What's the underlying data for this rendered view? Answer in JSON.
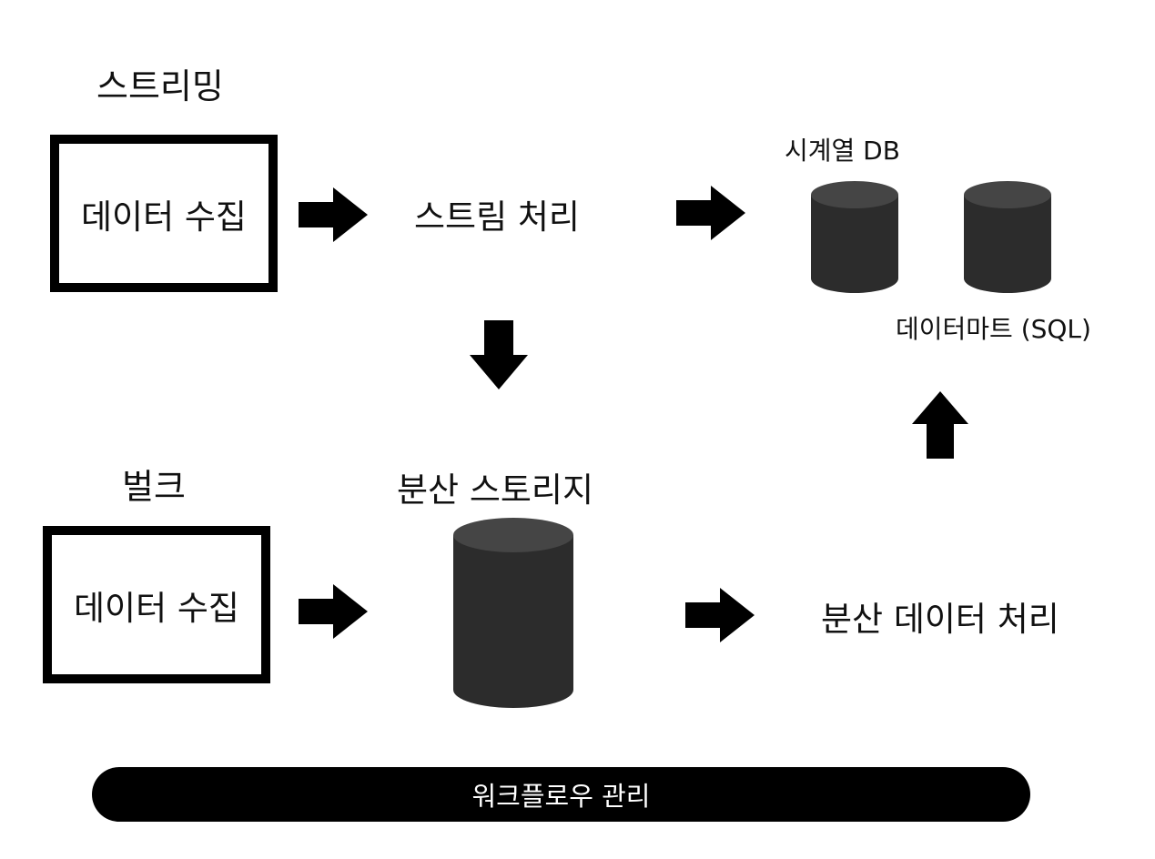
{
  "streaming": {
    "heading": "스트리밍",
    "collect_label": "데이터 수집",
    "process_label": "스트림 처리",
    "timeseries_label": "시계열 DB",
    "datamart_label": "데이터마트 (SQL)"
  },
  "bulk": {
    "heading": "벌크",
    "collect_label": "데이터 수집",
    "storage_label": "분산 스토리지",
    "process_label": "분산 데이터 처리"
  },
  "workflow": {
    "label": "워크플로우 관리"
  },
  "colors": {
    "cylinder_body": "#2c2c2c",
    "cylinder_top": "#454545",
    "stroke": "#000000"
  }
}
